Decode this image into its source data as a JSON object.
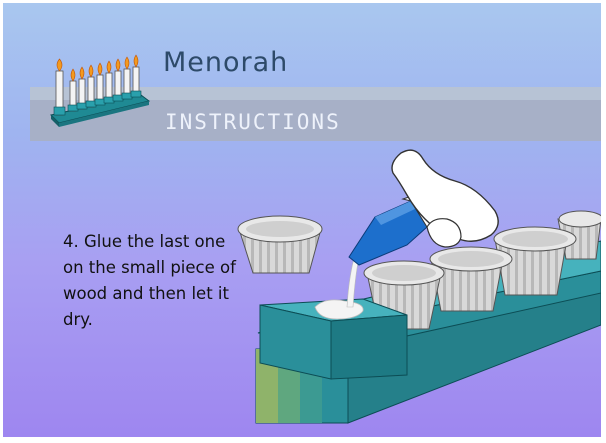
{
  "header": {
    "title": "Menorah",
    "subtitle": "INSTRUCTIONS"
  },
  "step": {
    "text": "4. Glue the last one on the small piece of wood and then let it dry."
  },
  "icons": {
    "logo": "menorah-icon",
    "illustration": "glue-bottle-and-cupcake-liners-illustration"
  },
  "colors": {
    "background_top": "#a9c7ef",
    "background_bottom": "#9e86f0",
    "header_band": "#a7b0c7",
    "title_text": "#2d4a69",
    "wood": "#27909c",
    "glue_bottle": "#1d6fcc"
  }
}
